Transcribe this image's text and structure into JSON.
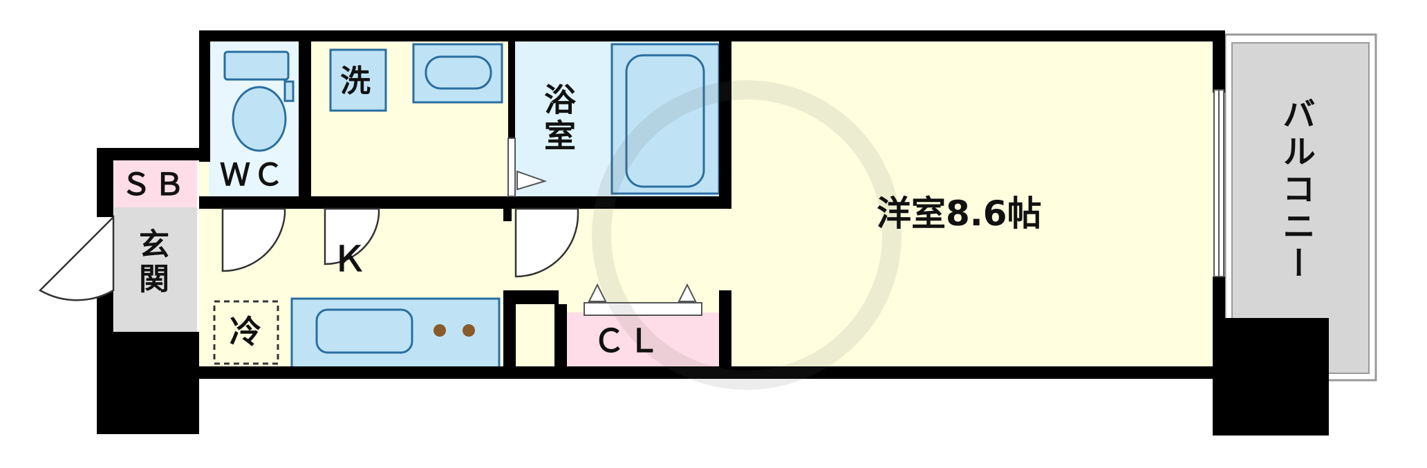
{
  "floorplan": {
    "labels": {
      "sb": "ＳＢ",
      "entrance": "玄関",
      "wc": "ＷＣ",
      "wash": "洗",
      "bath": "浴室",
      "kitchen": "Ｋ",
      "fridge": "冷",
      "closet": "ＣＬ",
      "room": "洋室8.6帖",
      "balcony": "バルコニー"
    },
    "colors": {
      "wall": "#000000",
      "floor_yellow": "#ffffe0",
      "fixture_blue": "#bfe3f5",
      "fixture_stroke": "#2a6ea0",
      "sb_pink": "#ffdde8",
      "closet_pink": "#ffdde8",
      "entrance_gray": "#dcdcdc",
      "balcony_gray": "#d6d6d6",
      "bath_floor": "#def3fb"
    }
  }
}
